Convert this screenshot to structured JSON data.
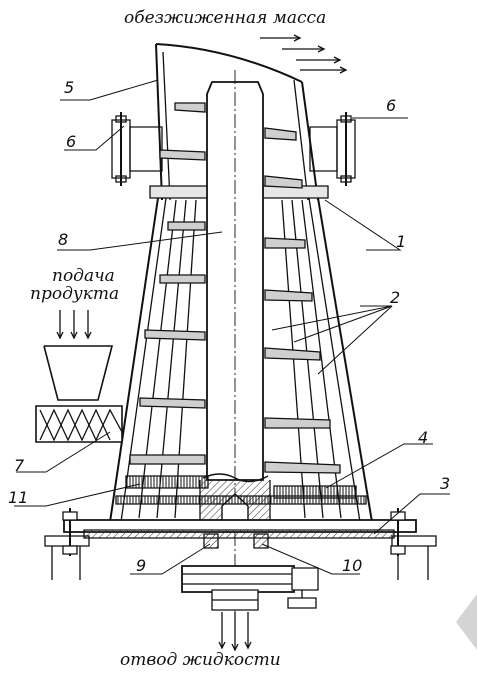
{
  "captions": {
    "top": "обезжиженная масса",
    "feed_line1": "подача",
    "feed_line2": "продукта",
    "bottom": "отвод жидкости"
  },
  "callouts": [
    "1",
    "2",
    "3",
    "4",
    "5",
    "6",
    "6",
    "7",
    "8",
    "9",
    "10",
    "11"
  ],
  "colors": {
    "line": "#111111",
    "hatch": "#333333",
    "shade": "#bdbdbd",
    "paper": "#ffffff"
  }
}
